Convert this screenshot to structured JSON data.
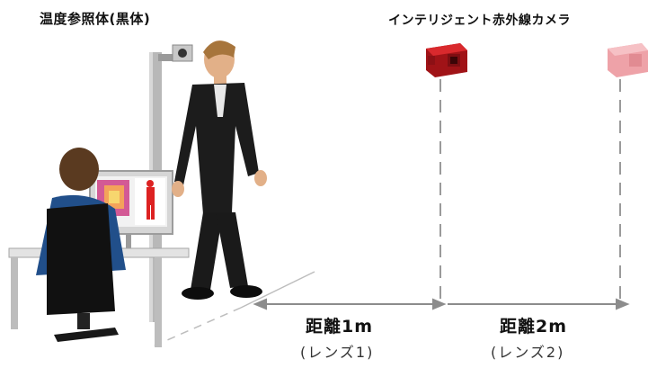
{
  "labels": {
    "blackbody_title": "温度参照体(黒体)",
    "camera_title": "インテリジェント赤外線カメラ",
    "distance_1": "距離1m",
    "lens_1": "(レンズ1)",
    "distance_2": "距離2m",
    "lens_2": "(レンズ2)"
  },
  "colors": {
    "camera_near": "#c0191c",
    "camera_far": "#f0a8ad",
    "suit": "#1c1c1c",
    "operator_shirt": "#214f8a",
    "dash_line": "#9a9a9a"
  }
}
